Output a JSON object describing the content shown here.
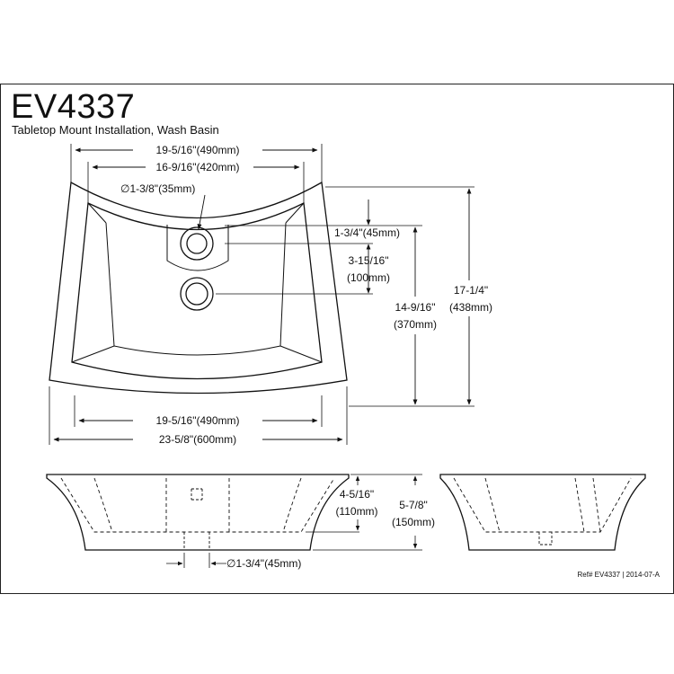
{
  "title": "EV4337",
  "subtitle": "Tabletop Mount Installation, Wash Basin",
  "dimensions": {
    "top_width": "19-5/16\"(490mm)",
    "inner_width": "16-9/16\"(420mm)",
    "faucet_hole": "∅1-3/8\"(35mm)",
    "hole_offset": "1-3/4\"(45mm)",
    "hole_spacing_in": "3-15/16\"",
    "hole_spacing_mm": "(100mm)",
    "basin_depth_in": "14-9/16\"",
    "basin_depth_mm": "(370mm)",
    "overall_depth_in": "17-1/4\"",
    "overall_depth_mm": "(438mm)",
    "bottom_width": "19-5/16\"(490mm)",
    "overall_width": "23-5/8\"(600mm)",
    "bowl_height_in": "4-5/16\"",
    "bowl_height_mm": "(110mm)",
    "total_height_in": "5-7/8\"",
    "total_height_mm": "(150mm)",
    "drain": "∅1-3/4\"(45mm)"
  },
  "reference": "Ref# EV4337 | 2014-07-A"
}
